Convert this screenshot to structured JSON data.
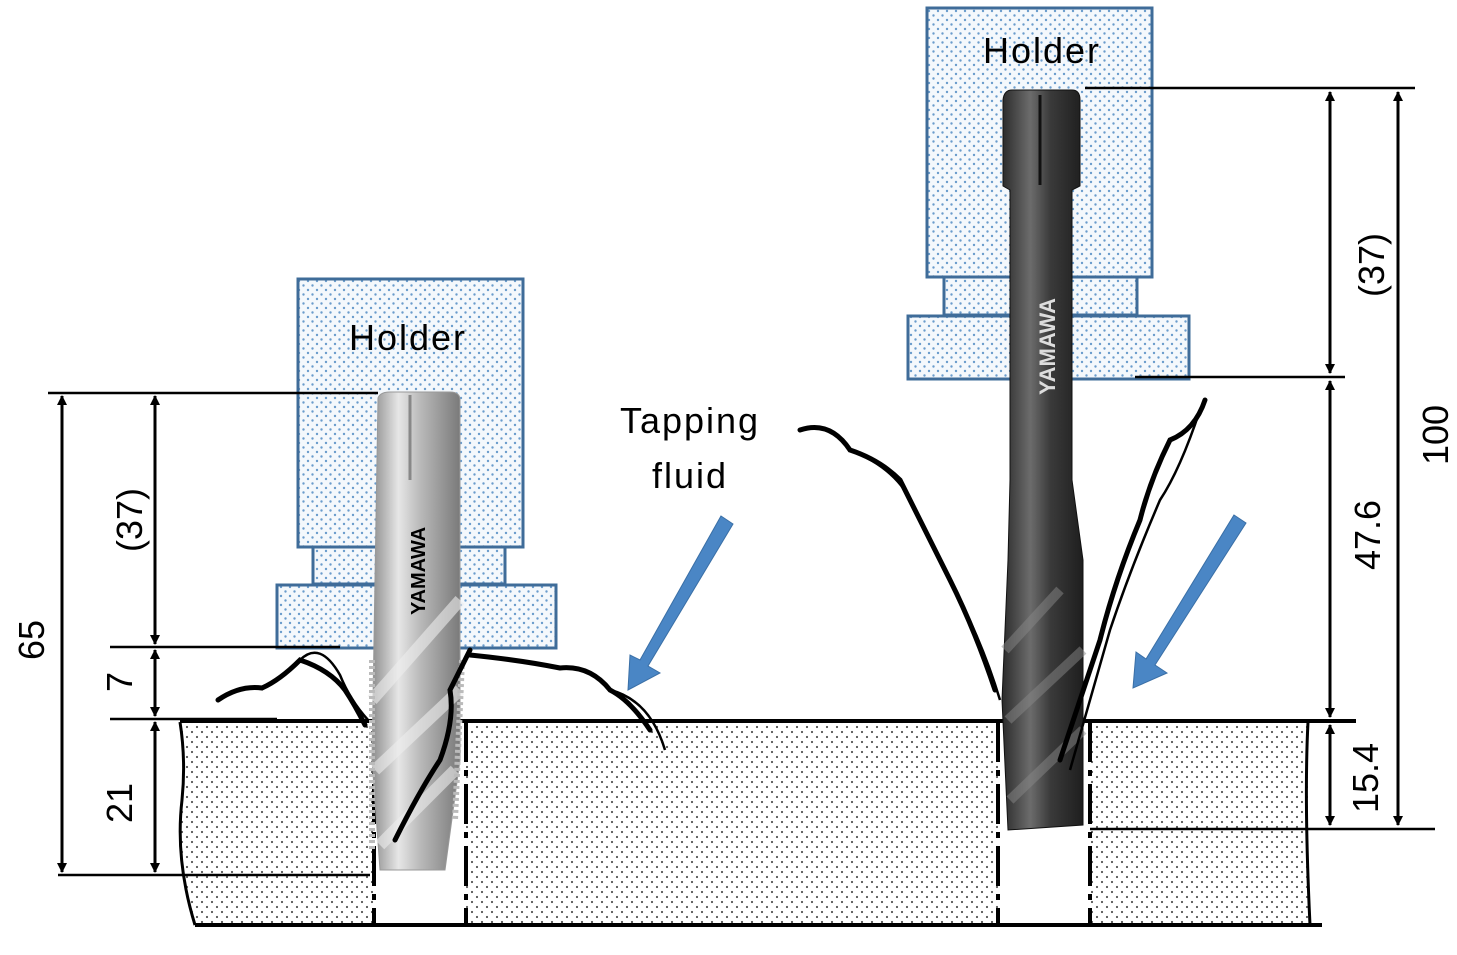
{
  "labels": {
    "holder_left": "Holder",
    "holder_right": "Holder",
    "tapping_fluid_line1": "Tapping",
    "tapping_fluid_line2": "fluid",
    "tap_brand": "YAMAWA"
  },
  "dimensions_left": {
    "overall": "65",
    "holder_grip": "(37)",
    "gap": "7",
    "depth": "21"
  },
  "dimensions_right": {
    "holder_grip": "(37)",
    "exposed": "47.6",
    "overall": "100",
    "depth": "15.4"
  },
  "colors": {
    "holder_outline": "#3f6c99",
    "holder_dots": "#6a9ccc",
    "arrow": "#4a86c5",
    "workpiece_dots": "#555555"
  }
}
